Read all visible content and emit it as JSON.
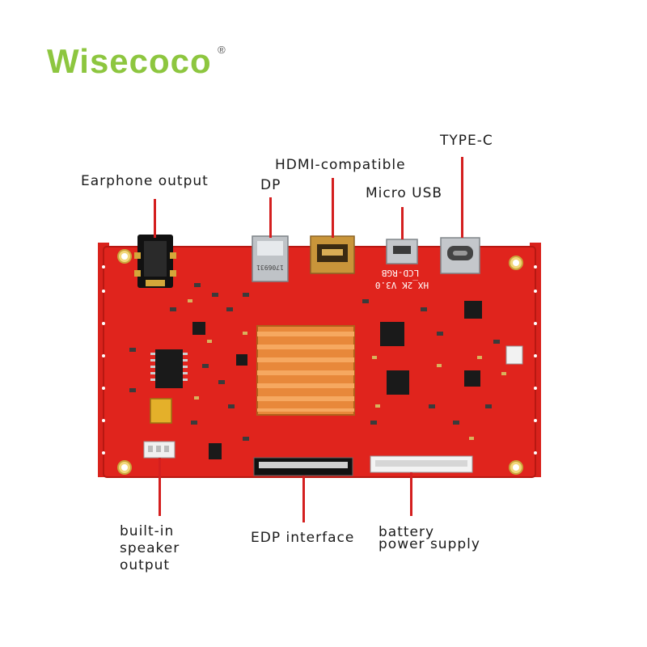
{
  "brand": {
    "name": "Wisecoco",
    "mark": "®",
    "color": "#8dc63f"
  },
  "board": {
    "silkscreen_model": "HX_2K V3.0",
    "silkscreen_sub": "LCD-RGB",
    "port_mark": "1706931",
    "pcb_color": "#e0241d",
    "heatsink_color": "#e8883a"
  },
  "labels": {
    "earphone": "Earphone output",
    "dp": "DP",
    "hdmi": "HDMI-compatible",
    "micro_usb": "Micro USB",
    "type_c": "TYPE-C",
    "speaker_line1": "built-in",
    "speaker_line2": "speaker",
    "speaker_line3": "output",
    "edp": "EDP interface",
    "battery_line1": "battery",
    "battery_line2": "power supply"
  },
  "leader_color": "#d41f1f"
}
